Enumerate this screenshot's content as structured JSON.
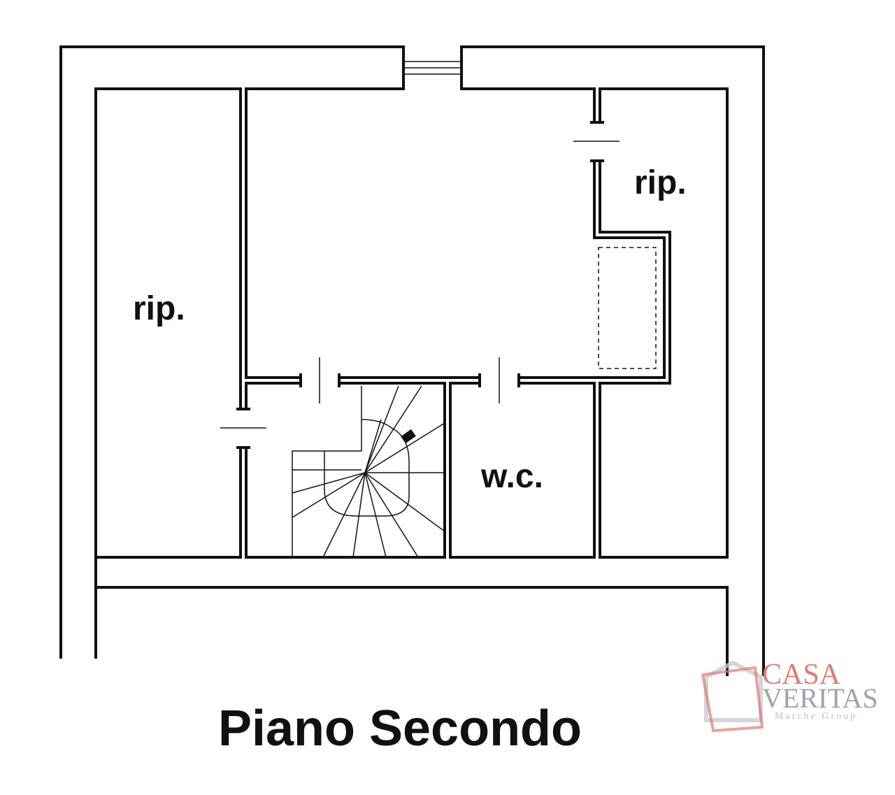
{
  "rooms": {
    "storage_left": "rip.",
    "storage_right": "rip.",
    "wc": "w.c."
  },
  "floor_title": "Piano Secondo",
  "logo": {
    "line1": "CASA",
    "line2": "VERITAS",
    "line3": "Marche Group",
    "colors": {
      "primary": "#e07a6e",
      "secondary": "#9aa3b0"
    }
  }
}
